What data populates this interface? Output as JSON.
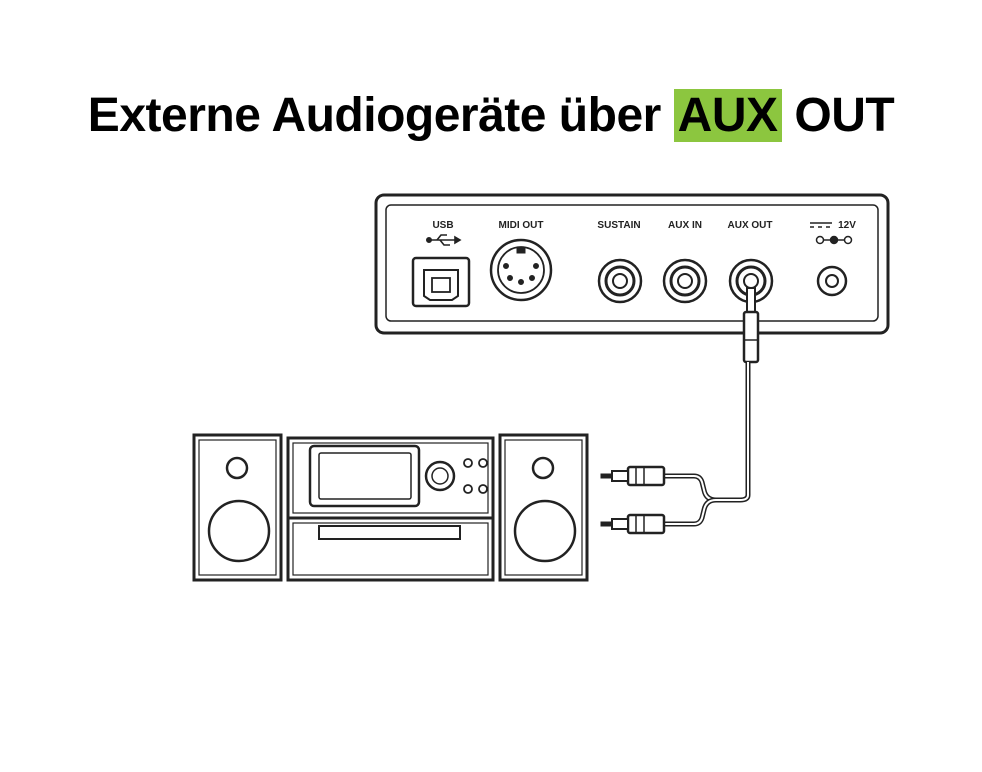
{
  "title": {
    "part1": "Externe Audiogeräte über",
    "highlight": "AUX",
    "part2": "OUT",
    "highlight_color": "#8cc63f"
  },
  "panel": {
    "labels": {
      "usb": "USB",
      "midi_out": "MIDI OUT",
      "sustain": "SUSTAIN",
      "aux_in": "AUX IN",
      "aux_out": "AUX OUT",
      "power": "12V"
    }
  },
  "icons": [
    "usb-symbol-icon",
    "dc-polarity-icon"
  ]
}
